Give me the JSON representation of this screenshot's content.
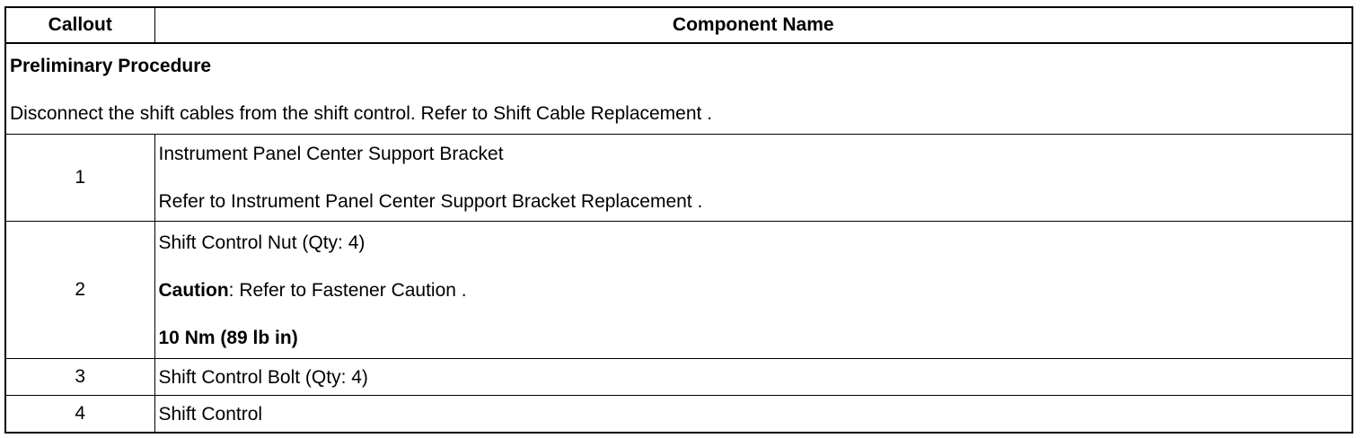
{
  "table": {
    "headers": {
      "callout": "Callout",
      "component": "Component Name"
    },
    "preliminary": {
      "title": "Preliminary Procedure",
      "text": "Disconnect the shift cables from the shift control. Refer to Shift Cable Replacement ."
    },
    "rows": [
      {
        "callout": "1",
        "name": "Instrument Panel Center Support Bracket",
        "note": "Refer to Instrument Panel Center Support Bracket Replacement ."
      },
      {
        "callout": "2",
        "name": "Shift Control Nut (Qty: 4)",
        "caution_label": "Caution",
        "caution_text": ": Refer to Fastener Caution .",
        "torque": "10 Nm (89 lb in)"
      },
      {
        "callout": "3",
        "name": "Shift Control Bolt (Qty: 4)"
      },
      {
        "callout": "4",
        "name": "Shift Control"
      }
    ]
  }
}
